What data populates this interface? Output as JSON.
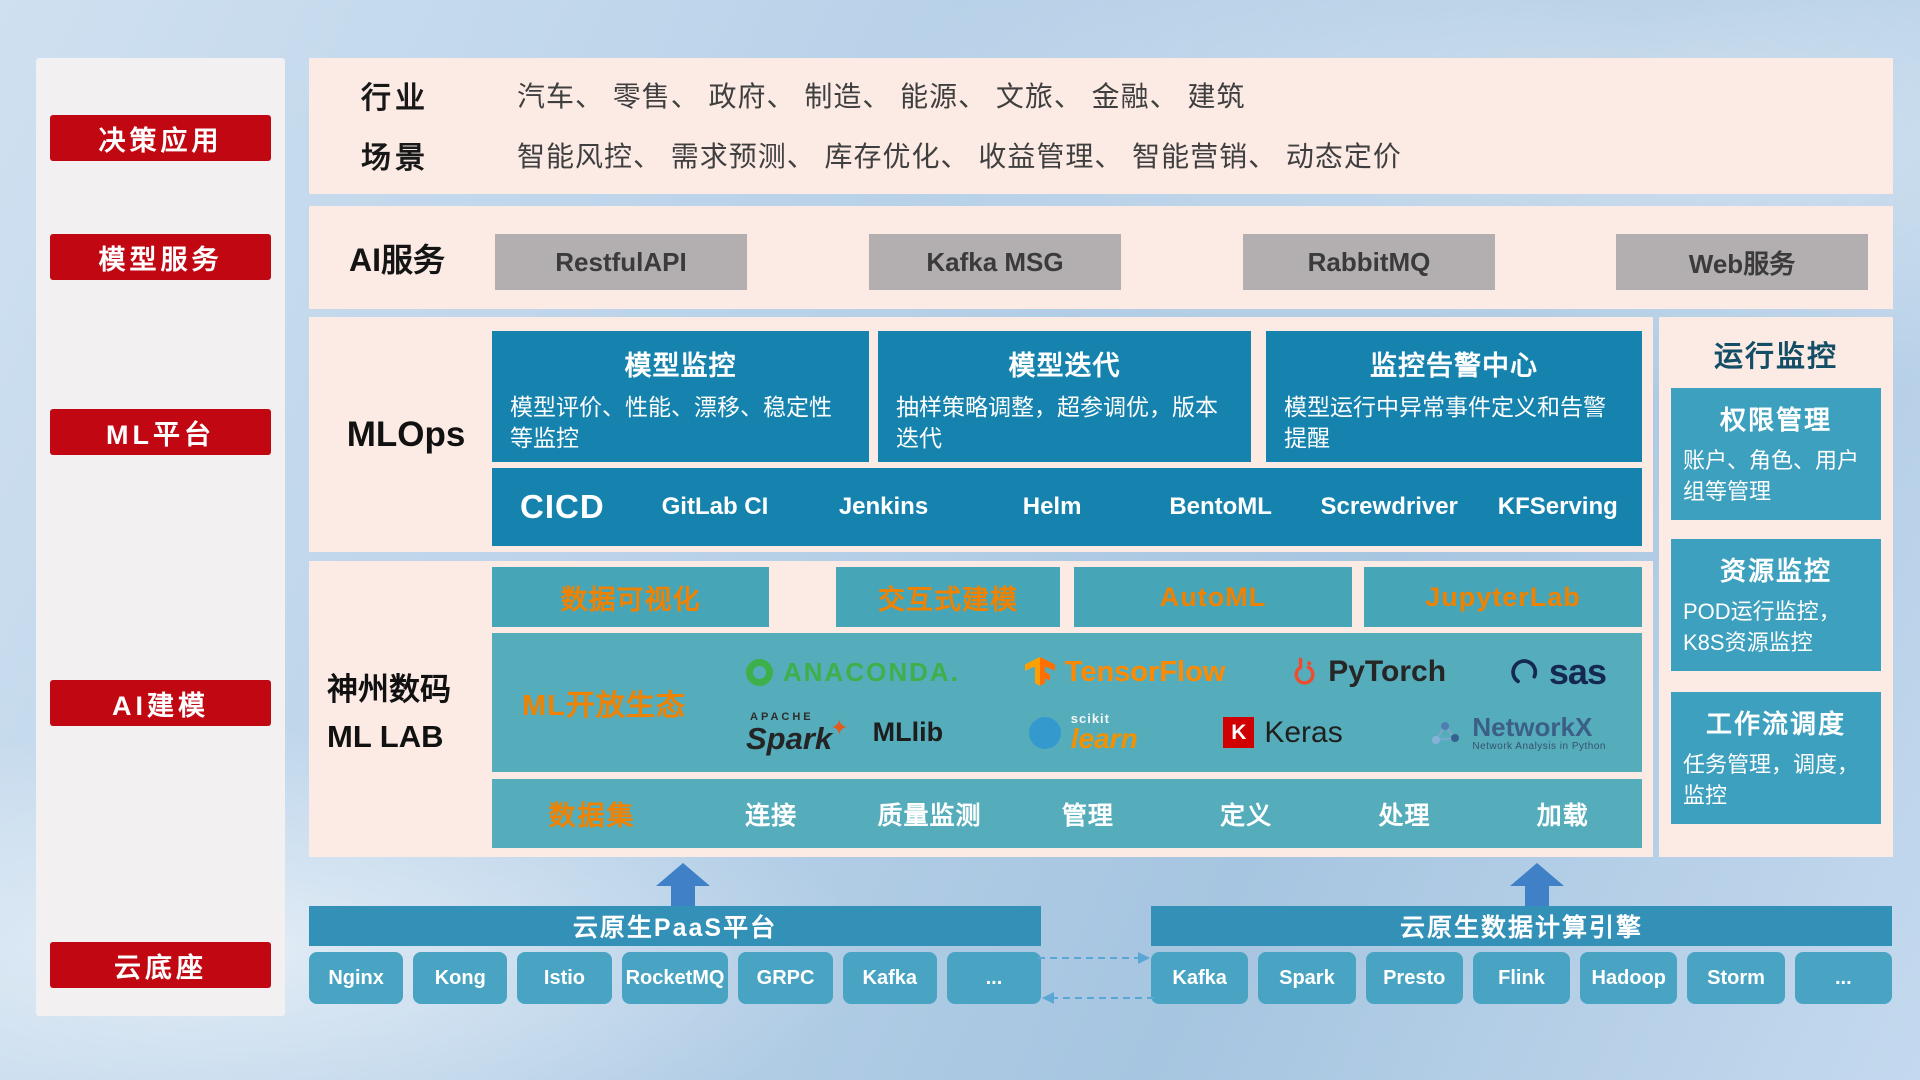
{
  "sidebar": {
    "items": [
      "决策应用",
      "模型服务",
      "ML平台",
      "AI建模",
      "云底座"
    ]
  },
  "industry": {
    "row1_label": "行业",
    "row1_text": "汽车、 零售、 政府、 制造、 能源、 文旅、 金融、 建筑",
    "row2_label": "场景",
    "row2_text": "智能风控、 需求预测、 库存优化、 收益管理、 智能营销、 动态定价"
  },
  "ai_service": {
    "label": "AI服务",
    "items": [
      "RestfulAPI",
      "Kafka MSG",
      "RabbitMQ",
      "Web服务"
    ]
  },
  "mlops": {
    "label": "MLOps",
    "cards": [
      {
        "title": "模型监控",
        "desc": "模型评价、性能、漂移、稳定性等监控"
      },
      {
        "title": "模型迭代",
        "desc": "抽样策略调整，超参调优，版本迭代"
      },
      {
        "title": "监控告警中心",
        "desc": "模型运行中异常事件定义和告警提醒"
      }
    ],
    "cicd_label": "CICD",
    "cicd_items": [
      "GitLab CI",
      "Jenkins",
      "Helm",
      "BentoML",
      "Screwdriver",
      "KFServing"
    ]
  },
  "monitoring": {
    "title": "运行监控",
    "cards": [
      {
        "title": "权限管理",
        "desc": "账户、角色、用户组等管理"
      },
      {
        "title": "资源监控",
        "desc": "POD运行监控，K8S资源监控"
      },
      {
        "title": "工作流调度",
        "desc": "任务管理，调度，监控"
      }
    ]
  },
  "mllab": {
    "label_line1": "神州数码",
    "label_line2": "ML LAB",
    "tools": [
      "数据可视化",
      "交互式建模",
      "AutoML",
      "JupyterLab"
    ],
    "eco_label": "ML开放生态",
    "logos": {
      "anaconda": "ANACONDA.",
      "tensorflow": "TensorFlow",
      "pytorch": "PyTorch",
      "sas": "sas",
      "spark_small": "APACHE",
      "spark": "Spark",
      "mllib": "MLlib",
      "scikit_small": "scikit",
      "scikit": "learn",
      "keras_k": "K",
      "keras": "Keras",
      "networkx": "NetworkX",
      "networkx_sub": "Network Analysis in Python"
    },
    "dataset_label": "数据集",
    "dataset_items": [
      "连接",
      "质量监测",
      "管理",
      "定义",
      "处理",
      "加载"
    ]
  },
  "cloud": {
    "paas_title": "云原生PaaS平台",
    "paas_items": [
      "Nginx",
      "Kong",
      "Istio",
      "RocketMQ",
      "GRPC",
      "Kafka",
      "..."
    ],
    "engine_title": "云原生数据计算引擎",
    "engine_items": [
      "Kafka",
      "Spark",
      "Presto",
      "Flink",
      "Hadoop",
      "Storm",
      "..."
    ]
  },
  "colors": {
    "accent_red": "#c00712",
    "teal_dark": "#1583ae",
    "teal_mid": "#55adbc",
    "teal_bar": "#3391b8",
    "panel_pink": "#fcebe5",
    "highlight_orange": "#ef8200"
  }
}
